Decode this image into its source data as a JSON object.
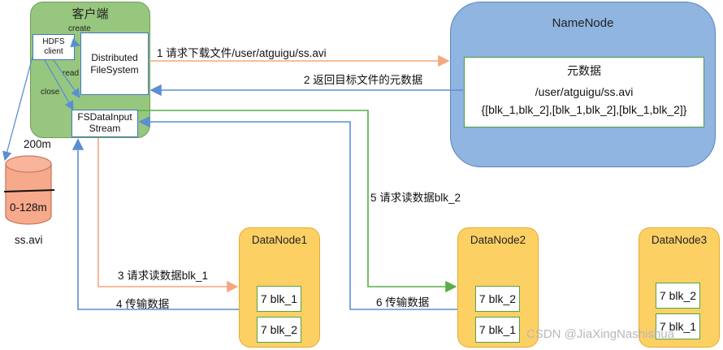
{
  "client": {
    "title": "客户端",
    "hdfs_client": "HDFS client",
    "dfs": "Distributed FileSystem",
    "fsdata": "FSDataInputStream",
    "create": "create",
    "read": "read",
    "close": "close"
  },
  "namenode": {
    "title": "NameNode",
    "meta_title": "元数据",
    "meta_path": "/user/atguigu/ss.avi",
    "meta_blocks": "{[blk_1,blk_2],[blk_1,blk_2],[blk_1,blk_2]}"
  },
  "steps": {
    "s1": "1 请求下载文件/user/atguigu/ss.avi",
    "s2": "2 返回目标文件的元数据",
    "s3": "3 请求读数据blk_1",
    "s4": "4 传输数据",
    "s5": "5 请求读数据blk_2",
    "s6": "6 传输数据"
  },
  "file": {
    "size": "200m",
    "range": "0-128m",
    "name": "ss.avi"
  },
  "datanodes": [
    {
      "title": "DataNode1",
      "blocks": [
        "7 blk_1",
        "7 blk_2"
      ]
    },
    {
      "title": "DataNode2",
      "blocks": [
        "7 blk_2",
        "7 blk_1"
      ]
    },
    {
      "title": "DataNode3",
      "blocks": [
        "7 blk_2",
        "7 blk_1"
      ]
    }
  ],
  "watermark": "CSDN @JiaXingNashishua",
  "colors": {
    "client_green": "#97c77e",
    "namenode_blue": "#8fb5e0",
    "datanode_yellow": "#fdd064",
    "arrow_orange": "#f4a77f",
    "arrow_blue": "#5b8fd1",
    "arrow_green": "#58ad49",
    "disk_salmon": "#f7a98c"
  }
}
